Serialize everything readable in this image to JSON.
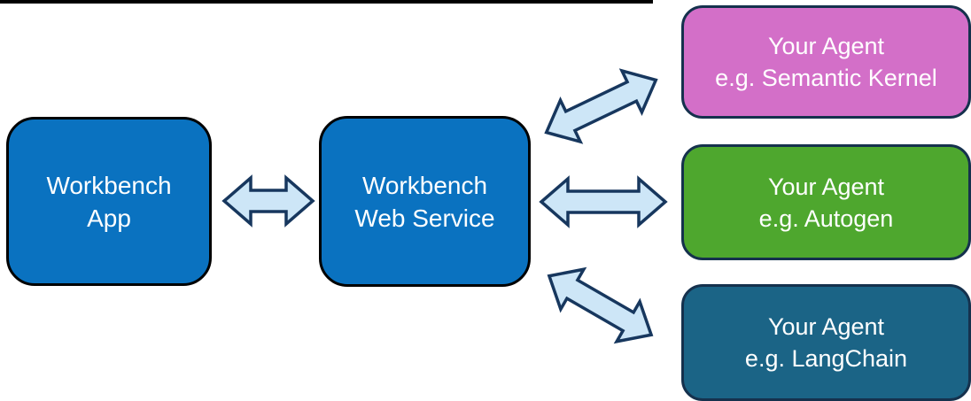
{
  "nodes": {
    "workbench_app": {
      "line1": "Workbench",
      "line2": "App",
      "fill": "#0a72c0",
      "border": "#000000",
      "text_color": "#ffffff"
    },
    "workbench_web_service": {
      "line1": "Workbench",
      "line2": "Web Service",
      "fill": "#0a72c0",
      "border": "#000000",
      "text_color": "#ffffff"
    },
    "agent_semantic_kernel": {
      "line1": "Your Agent",
      "line2": "e.g. Semantic Kernel",
      "fill": "#d36fc8",
      "border": "#15314d",
      "text_color": "#ffffff"
    },
    "agent_autogen": {
      "line1": "Your Agent",
      "line2": "e.g. Autogen",
      "fill": "#4ea72e",
      "border": "#15314d",
      "text_color": "#ffffff"
    },
    "agent_langchain": {
      "line1": "Your Agent",
      "line2": "e.g. LangChain",
      "fill": "#1b6486",
      "border": "#15314d",
      "text_color": "#ffffff"
    }
  },
  "connectors": [
    {
      "from": "workbench_app",
      "to": "workbench_web_service",
      "style": "double-headed-arrow",
      "direction": "horizontal"
    },
    {
      "from": "workbench_web_service",
      "to": "agent_semantic_kernel",
      "style": "double-headed-arrow",
      "direction": "diagonal-up"
    },
    {
      "from": "workbench_web_service",
      "to": "agent_autogen",
      "style": "double-headed-arrow",
      "direction": "horizontal"
    },
    {
      "from": "workbench_web_service",
      "to": "agent_langchain",
      "style": "double-headed-arrow",
      "direction": "diagonal-down"
    }
  ],
  "arrow_colors": {
    "fill": "#cde6f7",
    "stroke": "#17375e"
  }
}
